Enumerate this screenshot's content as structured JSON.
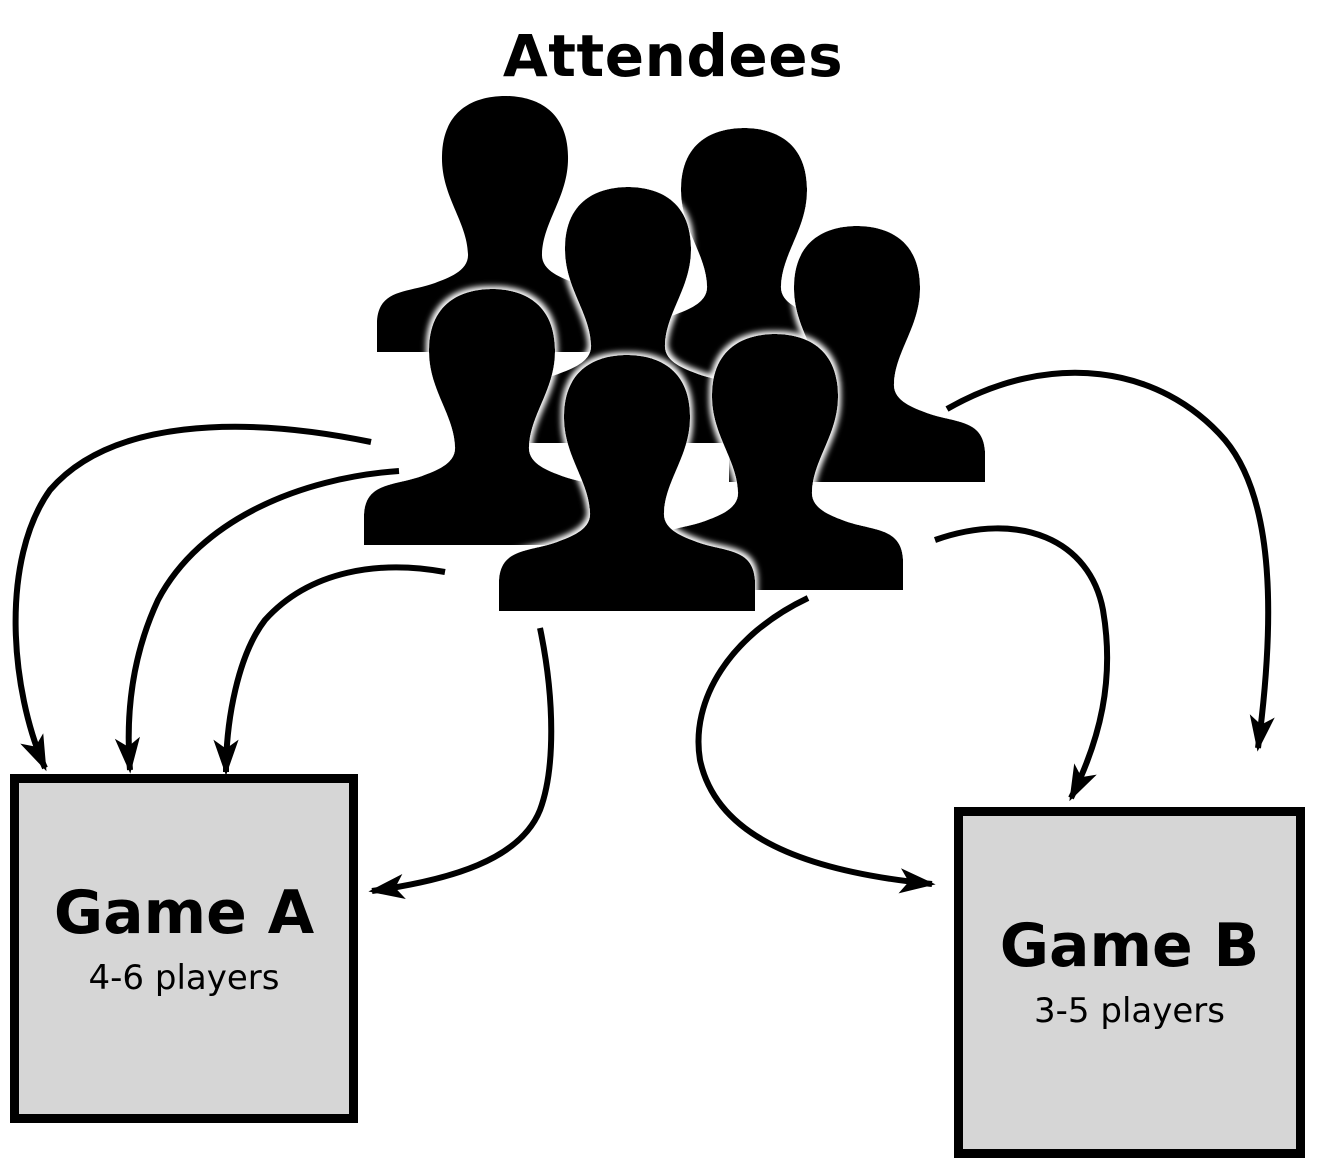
{
  "title": "Attendees",
  "attendee_icon": "person-silhouette-icon",
  "games": [
    {
      "name": "Game A",
      "players": "4-6 players",
      "fill_color": "#d6d6d6",
      "border_color": "#000000"
    },
    {
      "name": "Game B",
      "players": "3-5 players",
      "fill_color": "#d6d6d6",
      "border_color": "#000000"
    }
  ],
  "arrows": {
    "to_game_a": 4,
    "to_game_b": 3
  },
  "colors": {
    "background": "#ffffff",
    "silhouette": "#000000",
    "silhouette_glow": "#ffffff",
    "arrow": "#000000"
  }
}
